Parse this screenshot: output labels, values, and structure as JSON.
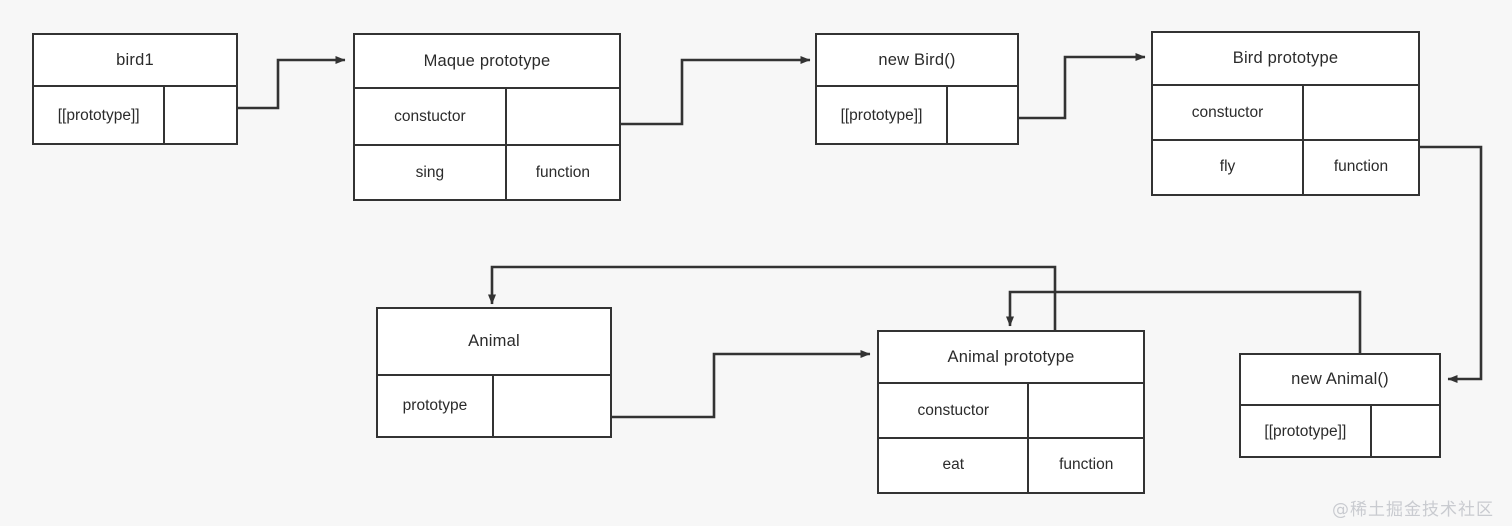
{
  "diagram": {
    "title": "JavaScript prototype chain diagram",
    "background_color": "#f7f7f7",
    "stroke_color": "#333333",
    "box_fill": "#ffffff",
    "watermark": "@稀土掘金技术社区",
    "nodes": [
      {
        "id": "bird1",
        "title": "bird1",
        "rows": [
          {
            "key": "[[prototype]]",
            "value": ""
          }
        ]
      },
      {
        "id": "maque-prototype",
        "title": "Maque prototype",
        "rows": [
          {
            "key": "constuctor",
            "value": ""
          },
          {
            "key": "sing",
            "value": "function"
          }
        ]
      },
      {
        "id": "new-bird",
        "title": "new Bird()",
        "rows": [
          {
            "key": "[[prototype]]",
            "value": ""
          }
        ]
      },
      {
        "id": "bird-prototype",
        "title": "Bird prototype",
        "rows": [
          {
            "key": "constuctor",
            "value": ""
          },
          {
            "key": "fly",
            "value": "function"
          }
        ]
      },
      {
        "id": "animal",
        "title": "Animal",
        "rows": [
          {
            "key": "prototype",
            "value": ""
          }
        ]
      },
      {
        "id": "animal-prototype",
        "title": "Animal prototype",
        "rows": [
          {
            "key": "constuctor",
            "value": ""
          },
          {
            "key": "eat",
            "value": "function"
          }
        ]
      },
      {
        "id": "new-animal",
        "title": "new Animal()",
        "rows": [
          {
            "key": "[[prototype]]",
            "value": ""
          }
        ]
      }
    ],
    "connectors": [
      {
        "id": "bird1-to-maque",
        "from": "bird1.[[prototype]]",
        "to": "maque-prototype",
        "arrow": true
      },
      {
        "id": "maque-to-newbird",
        "from": "maque-prototype.constuctor",
        "to": "new-bird",
        "arrow": true
      },
      {
        "id": "newbird-to-birdproto",
        "from": "new-bird.[[prototype]]",
        "to": "bird-prototype",
        "arrow": true
      },
      {
        "id": "birdproto-to-newanimal",
        "from": "bird-prototype.constuctor",
        "to": "new-animal",
        "arrow": true
      },
      {
        "id": "animalproto-to-animal",
        "from": "animal-prototype.constuctor",
        "to": "animal",
        "arrow": true
      },
      {
        "id": "animal-to-animalproto",
        "from": "animal.prototype",
        "to": "animal-prototype",
        "arrow": true
      },
      {
        "id": "newanimal-to-animalproto",
        "from": "new-animal.[[prototype]]",
        "to": "animal-prototype",
        "arrow": true
      }
    ]
  }
}
